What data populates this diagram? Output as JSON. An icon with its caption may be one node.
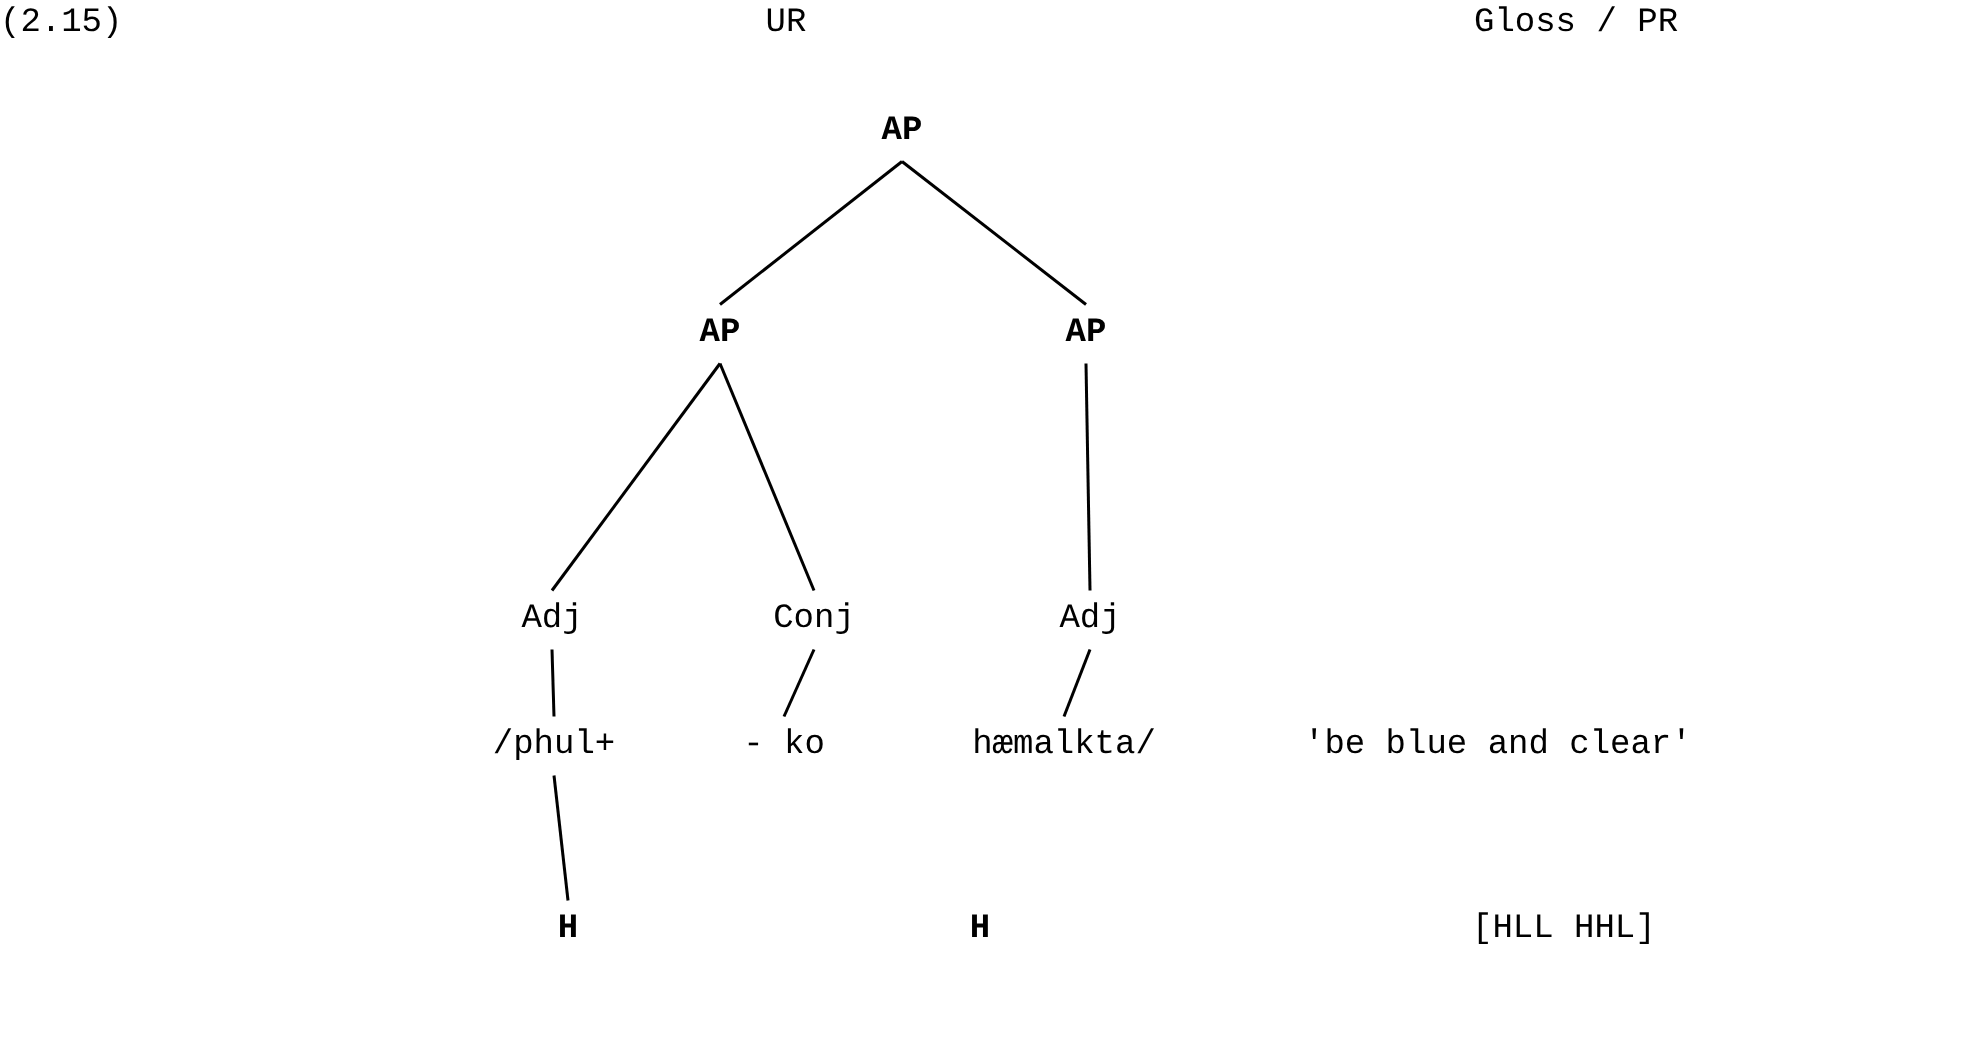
{
  "diagram": {
    "nodes": [
      {
        "text": [
          "AP"
        ]
      },
      {
        "text": [
          "AP"
        ]
      },
      {
        "text": [
          "AP"
        ]
      },
      {
        "text": [
          "Adj"
        ]
      },
      {
        "text": [
          "Conj"
        ]
      },
      {
        "text": [
          "Adj"
        ]
      },
      {
        "text": [
          "/phul+"
        ]
      },
      {
        "text": [
          "- ko"
        ]
      },
      {
        "text": [
          "hæmalkta/"
        ]
      },
      {
        "text": [
          "H"
        ]
      },
      {
        "text": [
          "H"
        ]
      }
    ],
    "edges": [
      {
        "from": 0,
        "to": 1,
        "arrow": "none"
      },
      {
        "from": 0,
        "to": 2,
        "arrow": "none"
      },
      {
        "from": 1,
        "to": 3,
        "arrow": "none"
      },
      {
        "from": 1,
        "to": 4,
        "arrow": "none"
      },
      {
        "from": 2,
        "to": 5,
        "arrow": "none"
      },
      {
        "from": 3,
        "to": 6,
        "arrow": "none"
      },
      {
        "from": 4,
        "to": 7,
        "arrow": "none"
      },
      {
        "from": 5,
        "to": 8,
        "arrow": "none"
      },
      {
        "from": 6,
        "to": 9,
        "arrow": "none"
      }
    ],
    "labels": [
      "(2.15)",
      "UR",
      "Gloss / PR",
      "'be blue and clear'",
      "[HLL HHL]"
    ]
  }
}
